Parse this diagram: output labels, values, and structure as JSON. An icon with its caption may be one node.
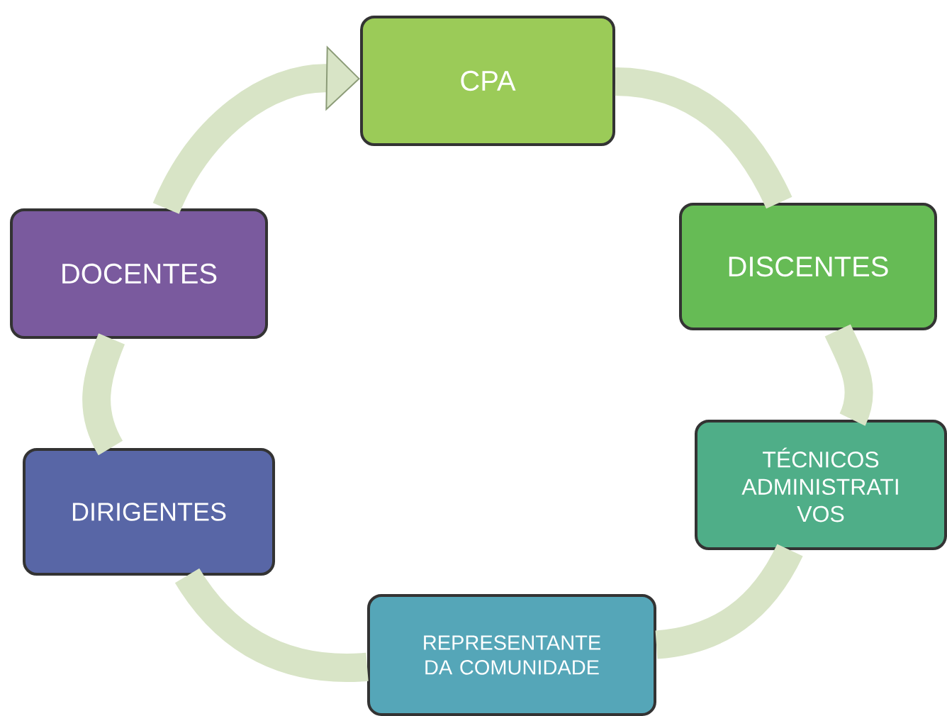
{
  "diagram": {
    "nodes": [
      {
        "text": [
          "CPA"
        ]
      },
      {
        "text": [
          "DISCENTES"
        ]
      },
      {
        "text": [
          "TÉCNICOS ADMINISTRATI VOS"
        ]
      },
      {
        "text": [
          "REPRESENTANTE DA COMUNIDADE"
        ]
      },
      {
        "text": [
          "DIRIGENTES"
        ]
      },
      {
        "text": [
          "DOCENTES"
        ]
      }
    ],
    "edges": [
      {
        "from": 0,
        "to": 1,
        "arrow": "none"
      },
      {
        "from": 1,
        "to": 2,
        "arrow": "none"
      },
      {
        "from": 2,
        "to": 3,
        "arrow": "none"
      },
      {
        "from": 3,
        "to": 4,
        "arrow": "none"
      },
      {
        "from": 4,
        "to": 5,
        "arrow": "none"
      },
      {
        "from": 5,
        "to": 0,
        "arrow": "to"
      }
    ]
  }
}
